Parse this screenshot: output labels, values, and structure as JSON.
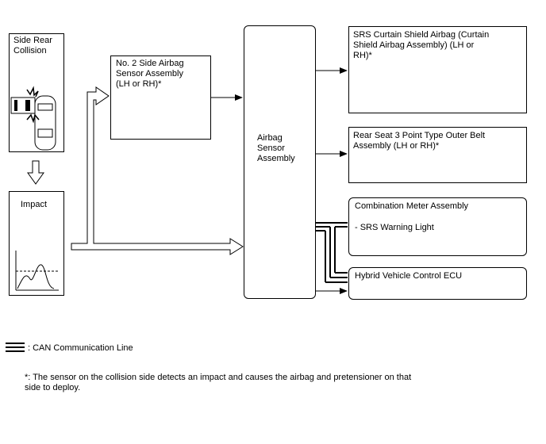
{
  "boxes": {
    "side_rear_collision": "Side Rear\nCollision",
    "impact": "Impact",
    "side_airbag_sensor": "No. 2 Side Airbag\nSensor Assembly\n(LH or RH)*",
    "airbag_sensor": "Airbag\nSensor\nAssembly",
    "curtain_airbag": "SRS Curtain Shield Airbag (Curtain\nShield Airbag Assembly) (LH or\nRH)*",
    "rear_seat_belt": "Rear Seat 3 Point Type Outer Belt\nAssembly (LH or RH)*",
    "combination_meter": "Combination Meter Assembly",
    "srs_warning_light": "- SRS Warning Light",
    "hybrid_ecu": "Hybrid Vehicle Control ECU"
  },
  "legend": {
    "can_line": ": CAN Communication Line"
  },
  "footnote": "*: The sensor on the collision side detects an impact and causes the airbag and pretensioner on that\nside to deploy."
}
